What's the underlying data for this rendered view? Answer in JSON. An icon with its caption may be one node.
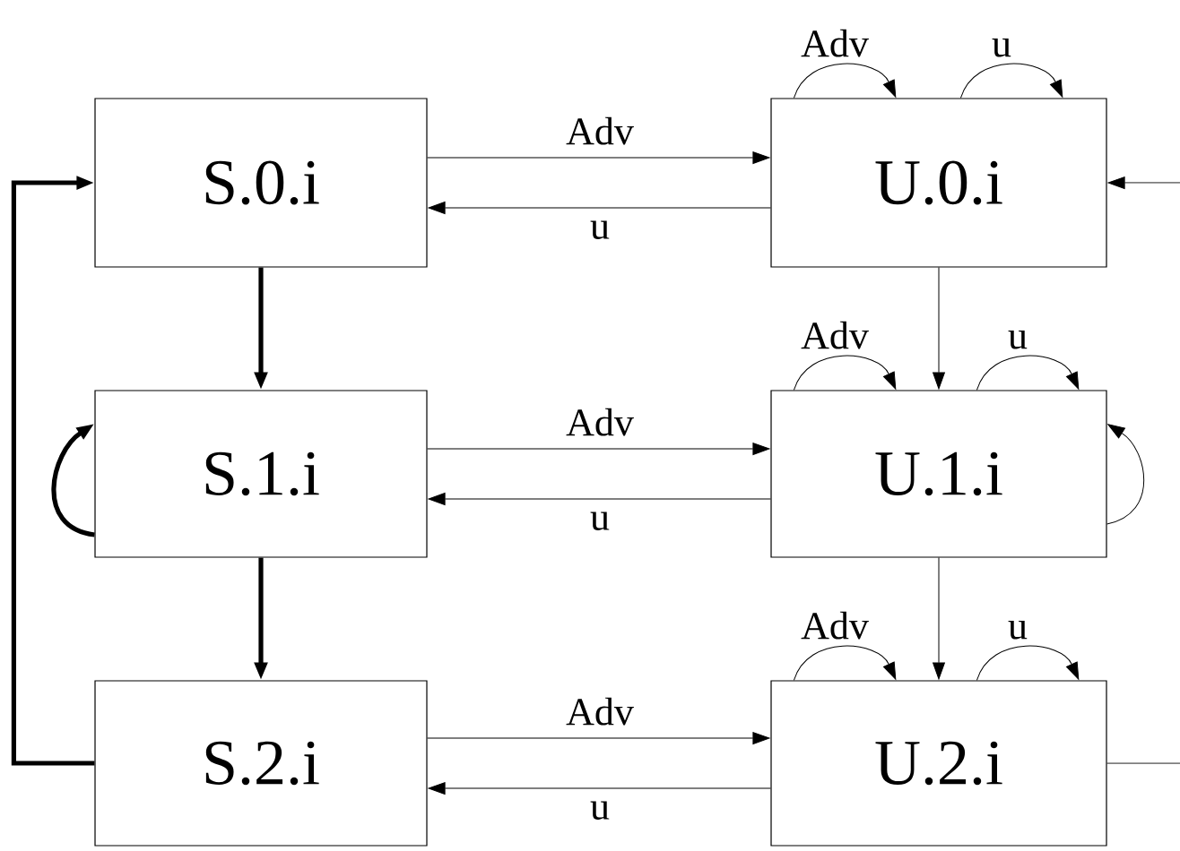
{
  "diagram": {
    "nodes": [
      {
        "text": [
          "S.0.i"
        ]
      },
      {
        "text": [
          "U.0.i"
        ]
      },
      {
        "text": [
          "S.1.i"
        ]
      },
      {
        "text": [
          "U.1.i"
        ]
      },
      {
        "text": [
          "S.2.i"
        ]
      },
      {
        "text": [
          "U.2.i"
        ]
      }
    ],
    "edges": [
      {
        "from": 0,
        "to": 1,
        "arrow": "to",
        "label": "Adv"
      },
      {
        "from": 1,
        "to": 0,
        "arrow": "to",
        "label": "u"
      },
      {
        "from": 2,
        "to": 3,
        "arrow": "to",
        "label": "Adv"
      },
      {
        "from": 3,
        "to": 2,
        "arrow": "to",
        "label": "u"
      },
      {
        "from": 4,
        "to": 5,
        "arrow": "to",
        "label": "Adv"
      },
      {
        "from": 5,
        "to": 4,
        "arrow": "to",
        "label": "u"
      },
      {
        "from": 0,
        "to": 2,
        "arrow": "to",
        "style": "thick"
      },
      {
        "from": 2,
        "to": 4,
        "arrow": "to",
        "style": "thick"
      },
      {
        "from": 4,
        "to": 0,
        "arrow": "to",
        "style": "thick"
      },
      {
        "from": 1,
        "to": 3,
        "arrow": "to"
      },
      {
        "from": 3,
        "to": 5,
        "arrow": "to"
      },
      {
        "from": 2,
        "to": 2,
        "arrow": "to",
        "style": "thick"
      },
      {
        "from": 3,
        "to": 3,
        "arrow": "to"
      },
      {
        "from": 1,
        "to": 1,
        "arrow": "to",
        "label": "Adv"
      },
      {
        "from": 1,
        "to": 1,
        "arrow": "to",
        "label": "u"
      },
      {
        "from": 3,
        "to": 3,
        "arrow": "to",
        "label": "Adv"
      },
      {
        "from": 3,
        "to": 3,
        "arrow": "to",
        "label": "u"
      },
      {
        "from": 5,
        "to": 5,
        "arrow": "to",
        "label": "Adv"
      },
      {
        "from": 5,
        "to": 5,
        "arrow": "to",
        "label": "u"
      },
      {
        "from": null,
        "to": 1,
        "arrow": "to"
      },
      {
        "from": 5,
        "to": null,
        "arrow": "none"
      }
    ]
  }
}
